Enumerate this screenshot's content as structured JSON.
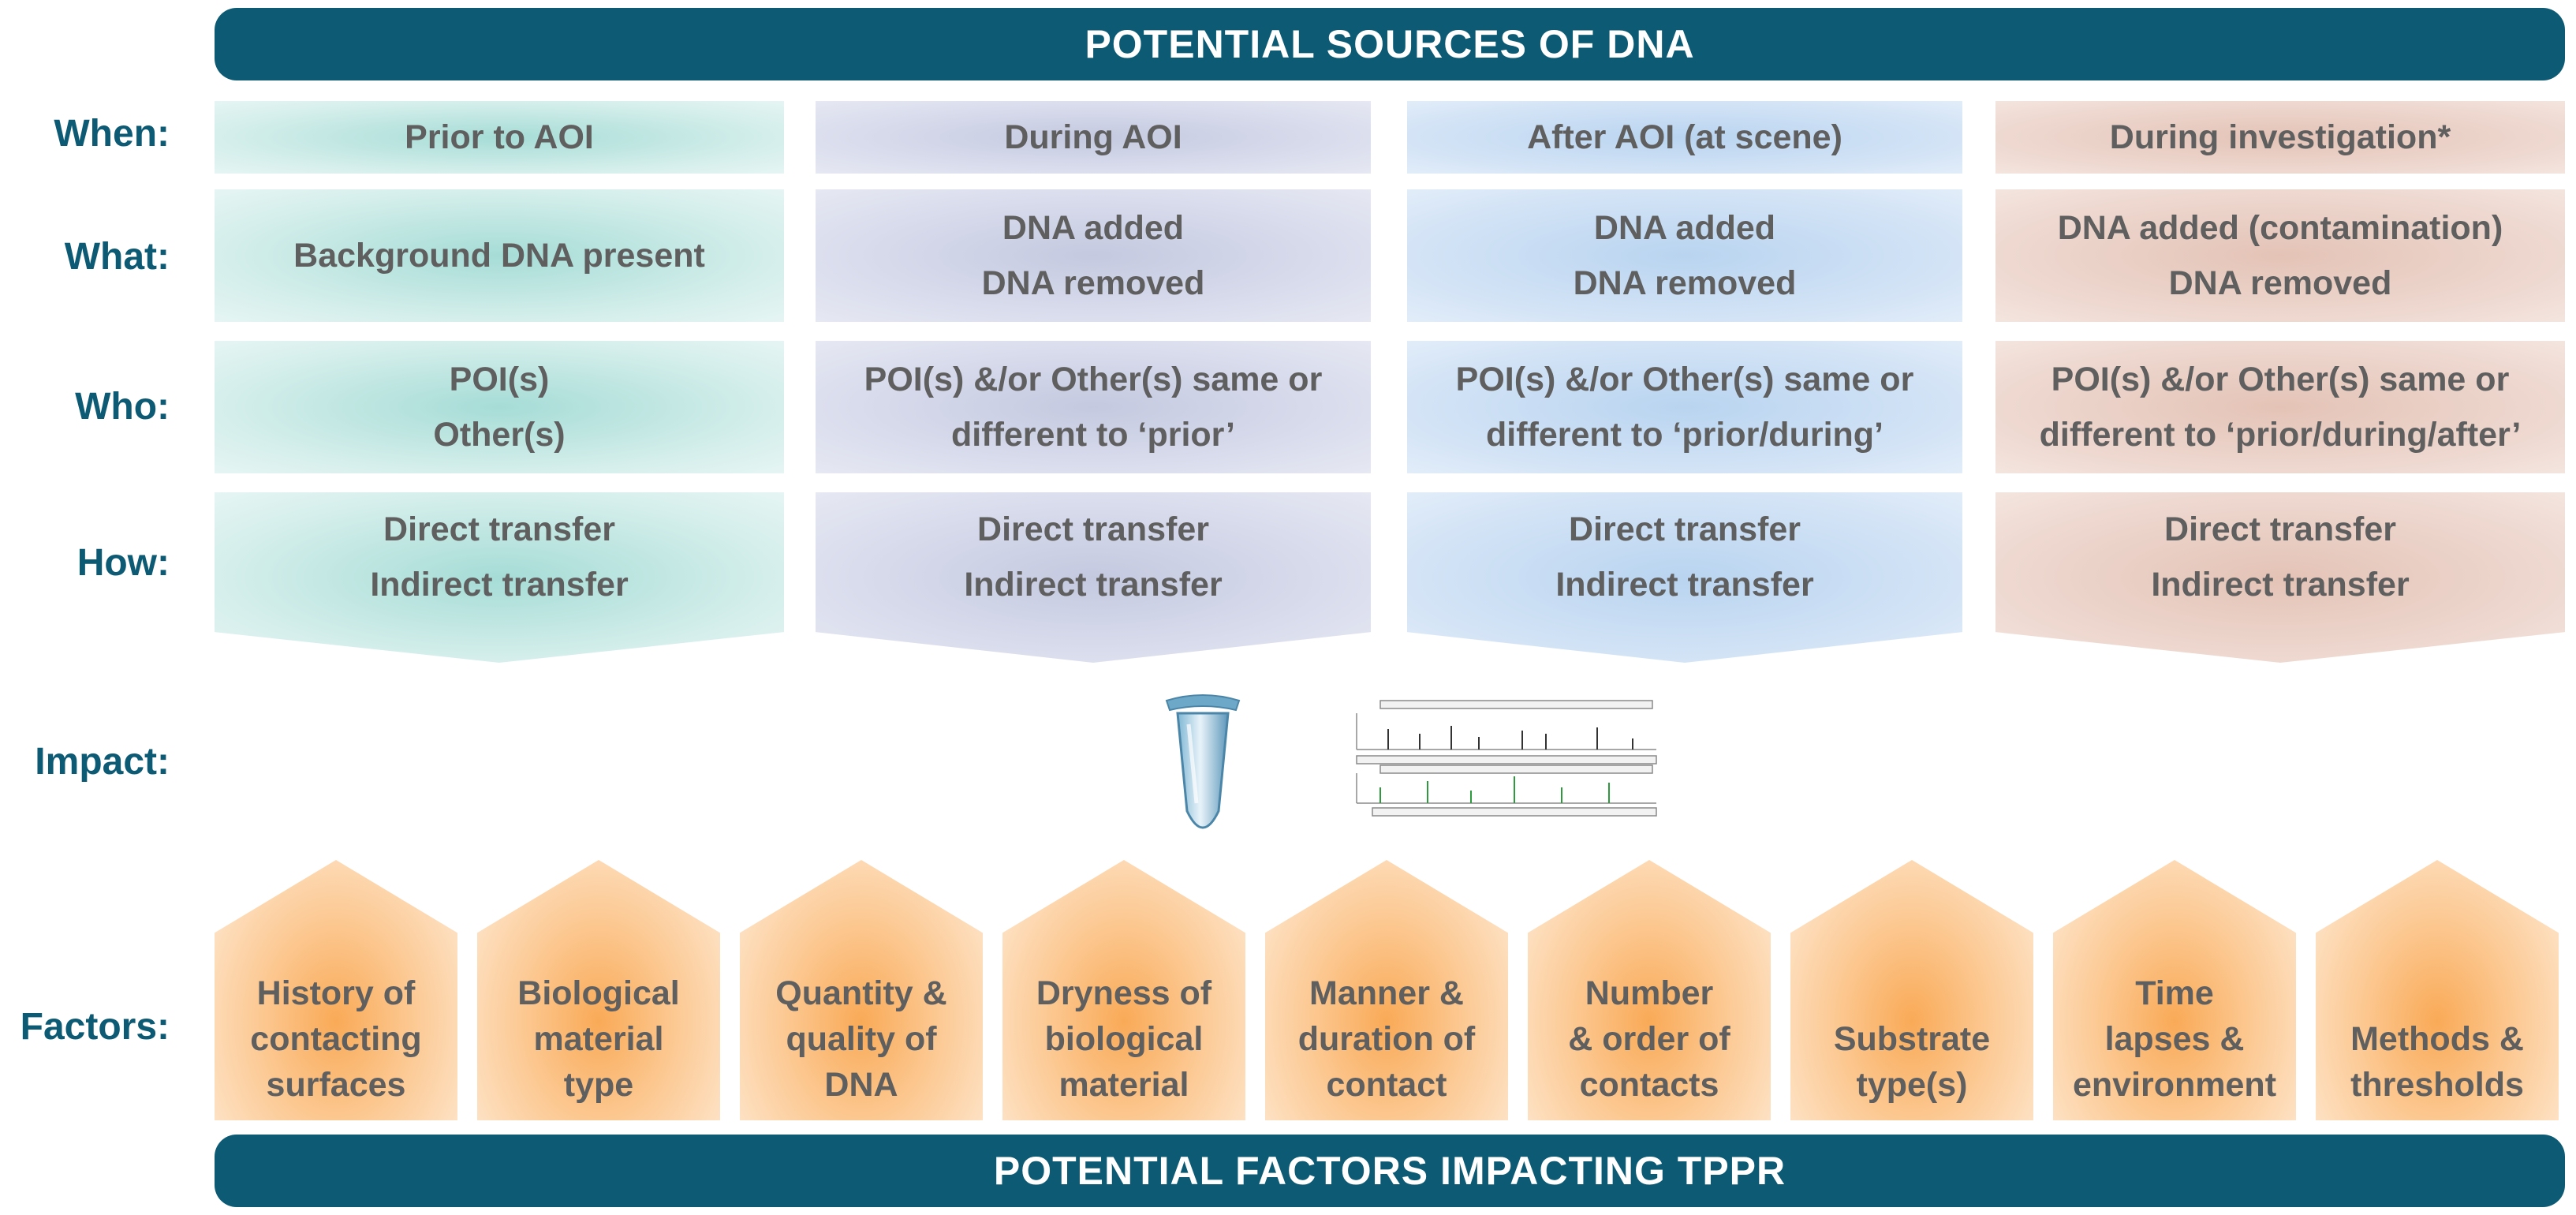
{
  "header": {
    "top_banner": "POTENTIAL SOURCES OF DNA",
    "bottom_banner": "POTENTIAL FACTORS IMPACTING TPPR"
  },
  "row_labels": {
    "when": "When:",
    "what": "What:",
    "who": "Who:",
    "how": "How:",
    "impact": "Impact:",
    "factors": "Factors:"
  },
  "columns": [
    {
      "when": "Prior to AOI",
      "what": [
        "Background DNA present"
      ],
      "who": [
        "POI(s)",
        "Other(s)"
      ],
      "how": [
        "Direct transfer",
        "Indirect transfer"
      ]
    },
    {
      "when": "During AOI",
      "what": [
        "DNA added",
        "DNA removed"
      ],
      "who": [
        "POI(s) &/or Other(s) same or",
        "different to ‘prior’"
      ],
      "how": [
        "Direct transfer",
        "Indirect transfer"
      ]
    },
    {
      "when": "After AOI (at scene)",
      "what": [
        "DNA added",
        "DNA removed"
      ],
      "who": [
        "POI(s) &/or Other(s) same or",
        "different to ‘prior/during’"
      ],
      "how": [
        "Direct transfer",
        "Indirect transfer"
      ]
    },
    {
      "when": "During investigation*",
      "what": [
        "DNA added (contamination)",
        "DNA removed"
      ],
      "who": [
        "POI(s) &/or Other(s) same or",
        "different to ‘prior/during/after’"
      ],
      "how": [
        "Direct transfer",
        "Indirect transfer"
      ]
    }
  ],
  "factors": [
    [
      "History of",
      "contacting",
      "surfaces"
    ],
    [
      "Biological",
      "material",
      "type"
    ],
    [
      "Quantity &",
      "quality of",
      "DNA"
    ],
    [
      "Dryness of",
      "biological",
      "material"
    ],
    [
      "Manner &",
      "duration of",
      "contact"
    ],
    [
      "Number",
      "& order of",
      "contacts"
    ],
    [
      "Substrate",
      "type(s)"
    ],
    [
      "Time",
      "lapses &",
      "environment"
    ],
    [
      "Methods &",
      "thresholds"
    ]
  ],
  "impact_icons": [
    "tube-icon",
    "electropherogram-icon"
  ],
  "colors": {
    "banner": "#0c5a73",
    "label": "#0c5a73",
    "text": "#5f5f5f",
    "factor": "#f9aa57"
  }
}
